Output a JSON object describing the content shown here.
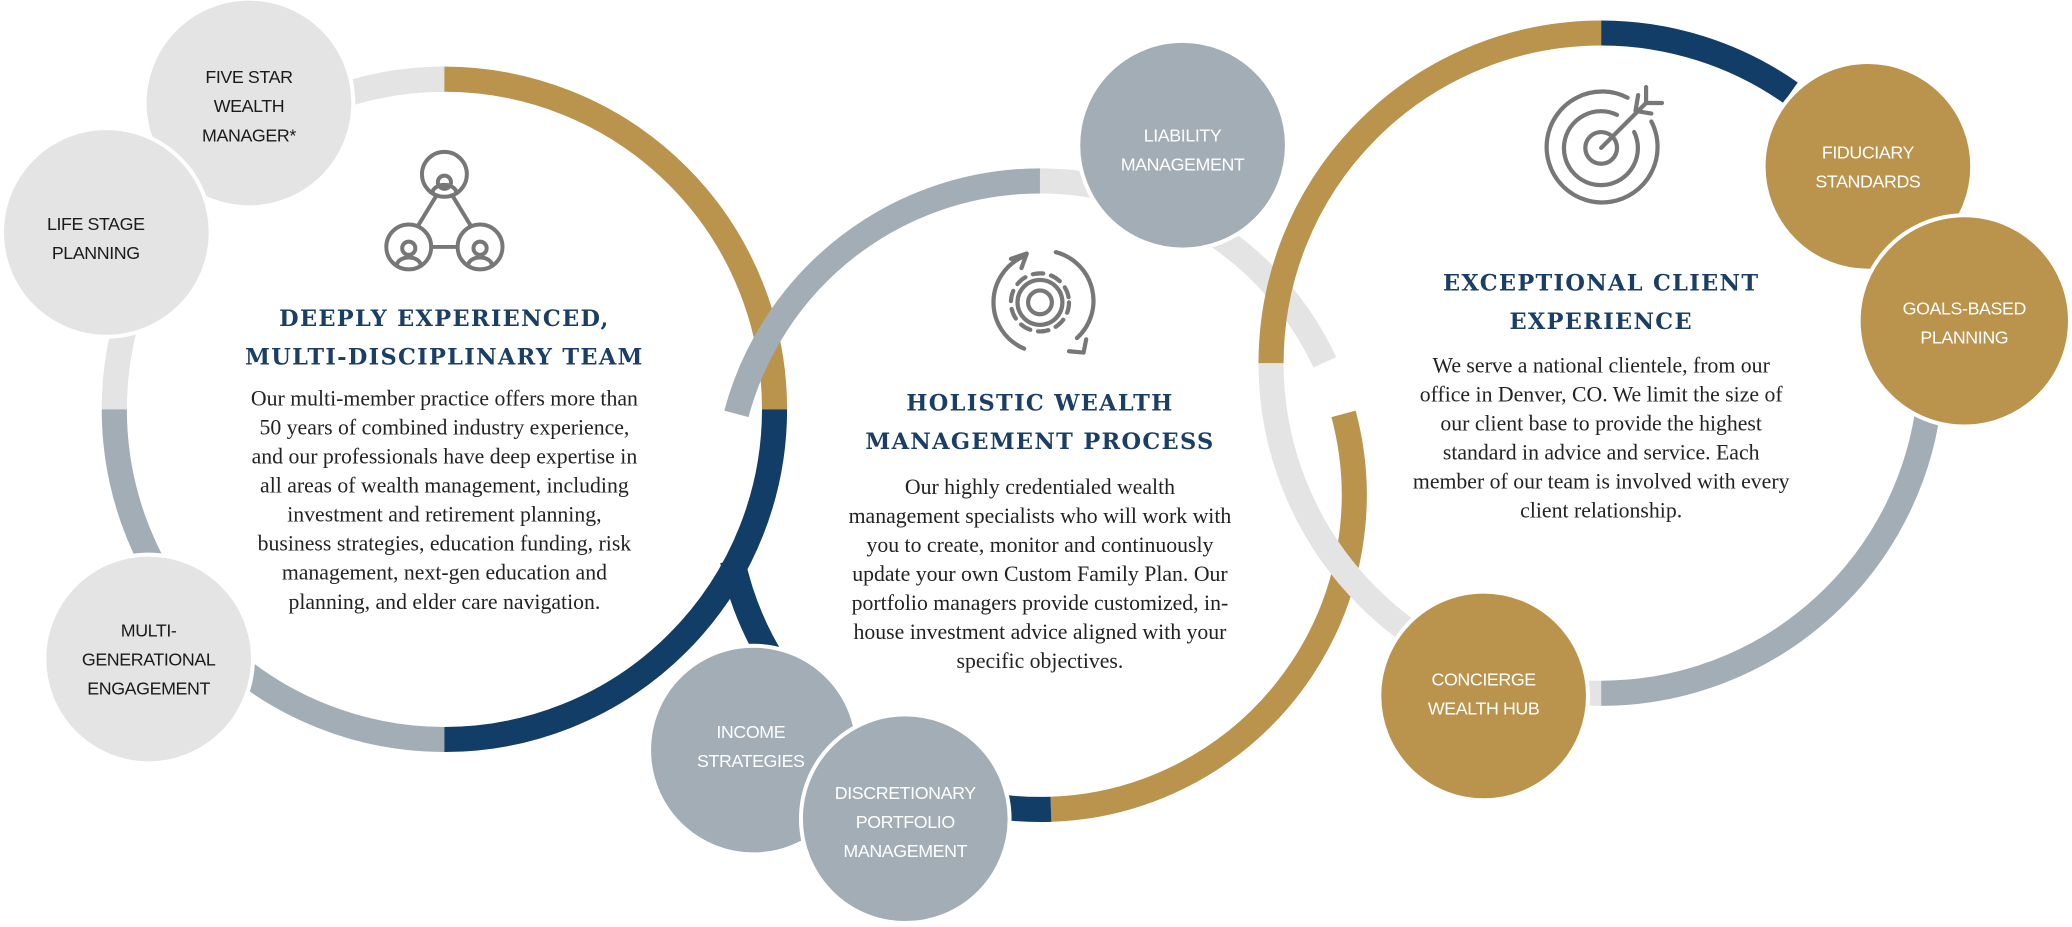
{
  "colors": {
    "gold": "#BA944C",
    "navy": "#123D66",
    "gray": "#A3ADB5",
    "light_gray": "#E4E4E4"
  },
  "sections": [
    {
      "icon": "team-network-icon",
      "heading": [
        "DEEPLY EXPERIENCED,",
        "MULTI-DISCIPLINARY TEAM"
      ],
      "body": [
        "Our multi-member practice offers more than",
        "50 years of combined industry experience,",
        "and our professionals have deep expertise in",
        "all areas of wealth management, including",
        "investment and retirement planning,",
        "business strategies, education funding, risk",
        "management, next-gen education and",
        "planning, and elder care navigation."
      ]
    },
    {
      "icon": "gear-cycle-icon",
      "heading": [
        "HOLISTIC WEALTH",
        "MANAGEMENT PROCESS"
      ],
      "body": [
        "Our highly credentialed wealth",
        "management specialists who will work with",
        "you to create, monitor and continuously",
        "update your own Custom Family Plan. Our",
        "portfolio managers provide customized, in-",
        "house investment advice aligned with your",
        "specific objectives."
      ]
    },
    {
      "icon": "target-arrow-icon",
      "heading": [
        "EXCEPTIONAL CLIENT",
        "EXPERIENCE"
      ],
      "body": [
        "We serve a national clientele, from our",
        "office in Denver, CO. We limit the size of",
        "our client base to provide the highest",
        "standard in advice and service. Each",
        "member of our team is involved with every",
        "client relationship."
      ]
    }
  ],
  "bubbles": {
    "five_star": [
      "FIVE STAR",
      "WEALTH",
      "MANAGER*"
    ],
    "life_stage": [
      "LIFE STAGE",
      "PLANNING"
    ],
    "multi_gen": [
      "MULTI-",
      "GENERATIONAL",
      "ENGAGEMENT"
    ],
    "liability": [
      "LIABILITY",
      "MANAGEMENT"
    ],
    "income": [
      "INCOME",
      "STRATEGIES"
    ],
    "discretionary": [
      "DISCRETIONARY",
      "PORTFOLIO",
      "MANAGEMENT"
    ],
    "fiduciary": [
      "FIDUCIARY",
      "STANDARDS"
    ],
    "goals": [
      "GOALS-BASED",
      "PLANNING"
    ],
    "concierge": [
      "CONCIERGE",
      "WEALTH HUB"
    ]
  }
}
